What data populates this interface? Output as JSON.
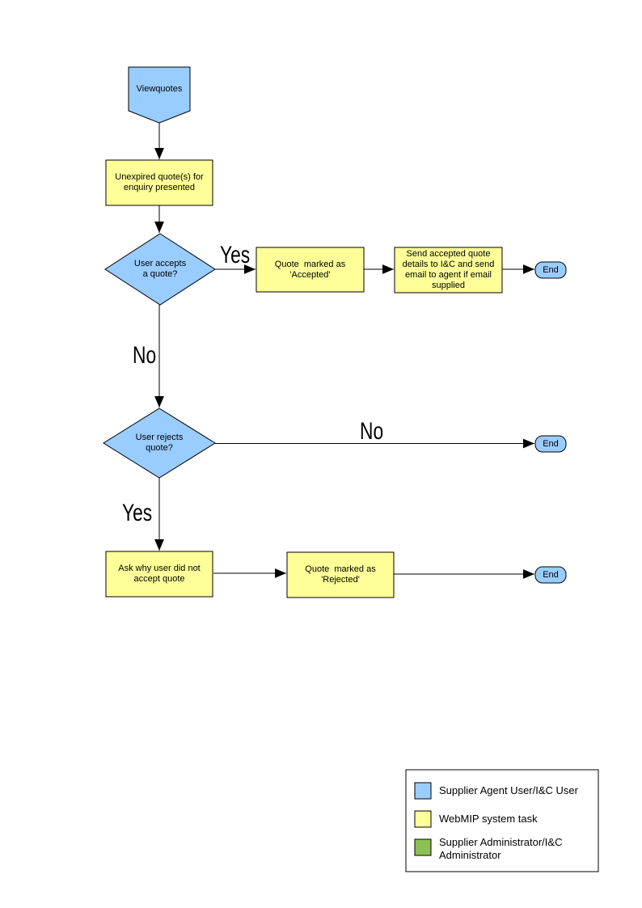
{
  "flowchart": {
    "nodes": {
      "start": {
        "label": "Viewquotes"
      },
      "present_quotes": {
        "label": "Unexpired quote(s) for\nenquiry presented"
      },
      "accept_decision": {
        "label": "User accepts\na quote?"
      },
      "mark_accepted": {
        "label": "Quote  marked as\n'Accepted'"
      },
      "send_details": {
        "label": "Send accepted quote\ndetails to I&C and send\nemail to agent if email\nsupplied"
      },
      "end_accepted": {
        "label": "End"
      },
      "reject_decision": {
        "label": "User rejects\nquote?"
      },
      "ask_why": {
        "label": "Ask why user did not\naccept quote"
      },
      "mark_rejected": {
        "label": "Quote  marked as\n'Rejected'"
      },
      "end_no_reject": {
        "label": "End"
      },
      "end_rejected": {
        "label": "End"
      }
    },
    "edge_labels": {
      "accept_yes": "Yes",
      "accept_no": "No",
      "reject_no": "No",
      "reject_yes": "Yes"
    }
  },
  "colors": {
    "user_shape": "#99CCFF",
    "system_shape": "#FFFF99",
    "admin_shape": "#8CC152",
    "legend_bg": "#FFFFFF"
  },
  "legend": {
    "items": [
      {
        "label": "Supplier Agent User/I&C User"
      },
      {
        "label": "WebMIP system task"
      },
      {
        "label": "Supplier Administrator/I&C\nAdministrator"
      }
    ]
  }
}
